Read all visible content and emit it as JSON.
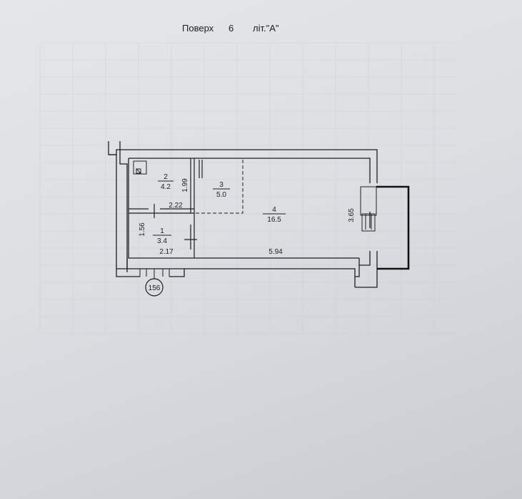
{
  "header": {
    "floor_label": "Поверх",
    "floor_number": "6",
    "letter_label": "літ.\"А\""
  },
  "plan": {
    "rooms": [
      {
        "number": "2",
        "area": "4.2"
      },
      {
        "number": "3",
        "area": "5.0"
      },
      {
        "number": "4",
        "area": "16.5"
      },
      {
        "number": "1",
        "area": "3.4"
      }
    ],
    "dimensions": [
      "1.99",
      "2.22",
      "1.56",
      "2.17",
      "5.94",
      "3.65"
    ],
    "marker": "156"
  },
  "colors": {
    "paper": "#dfe1e4",
    "grid": "#c4c8ce",
    "ink": "#1e1e1e",
    "balcony": "#111111"
  }
}
